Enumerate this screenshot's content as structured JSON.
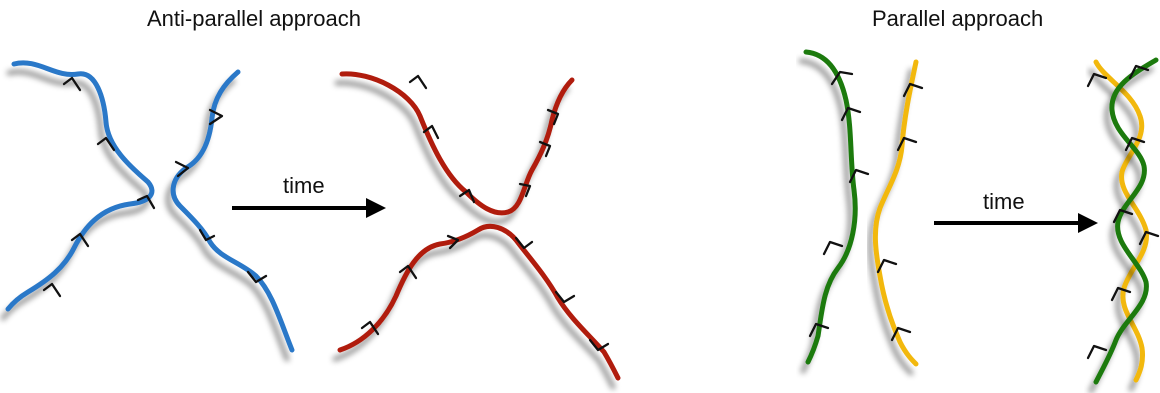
{
  "titles": {
    "anti_parallel": "Anti-parallel approach",
    "parallel": "Parallel approach"
  },
  "time_labels": {
    "left": "time",
    "right": "time"
  },
  "colors": {
    "blue": "#2a78c8",
    "red": "#b01a0a",
    "green": "#1a7a10",
    "yellow": "#f2b80c",
    "arrow": "#000000",
    "shadow": "#8c8c8c"
  }
}
